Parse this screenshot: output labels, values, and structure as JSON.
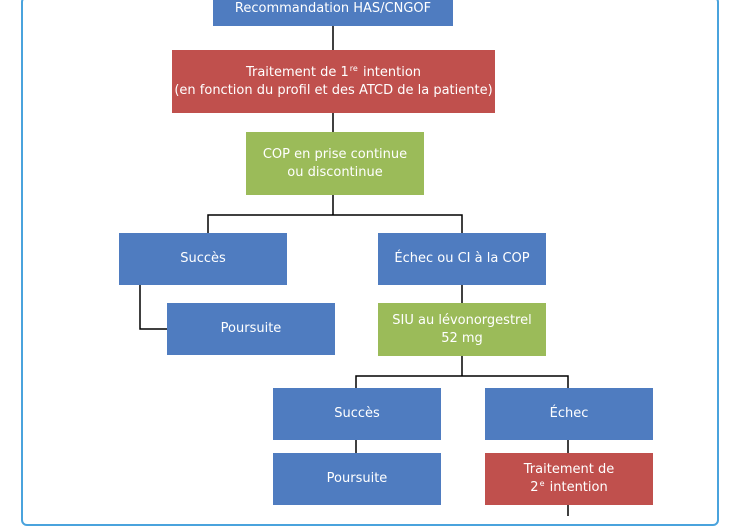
{
  "colors": {
    "blue": "#4f7cc0",
    "red": "#c0504d",
    "green": "#9bbb59",
    "frame": "#4aa3dd",
    "connector": "#000000"
  },
  "nodes": {
    "recommendation": "Recommandation HAS/CNGOF",
    "first_line": {
      "line1_pre": "Traitement de 1",
      "line1_sup": "re",
      "line1_post": " intention",
      "line2": "(en fonction du profil et des ATCD de la patiente)"
    },
    "cop": {
      "line1": "COP en prise continue",
      "line2": "ou discontinue"
    },
    "success1": "Succès",
    "failure1": "Échec ou CI à la COP",
    "continue1": "Poursuite",
    "siu": {
      "line1": "SIU au lévonorgestrel",
      "line2": "52 mg"
    },
    "success2": "Succès",
    "failure2": "Échec",
    "continue2": "Poursuite",
    "second_line": {
      "line1": "Traitement de",
      "line2_pre": "2",
      "line2_sup": "e",
      "line2_post": " intention"
    }
  }
}
